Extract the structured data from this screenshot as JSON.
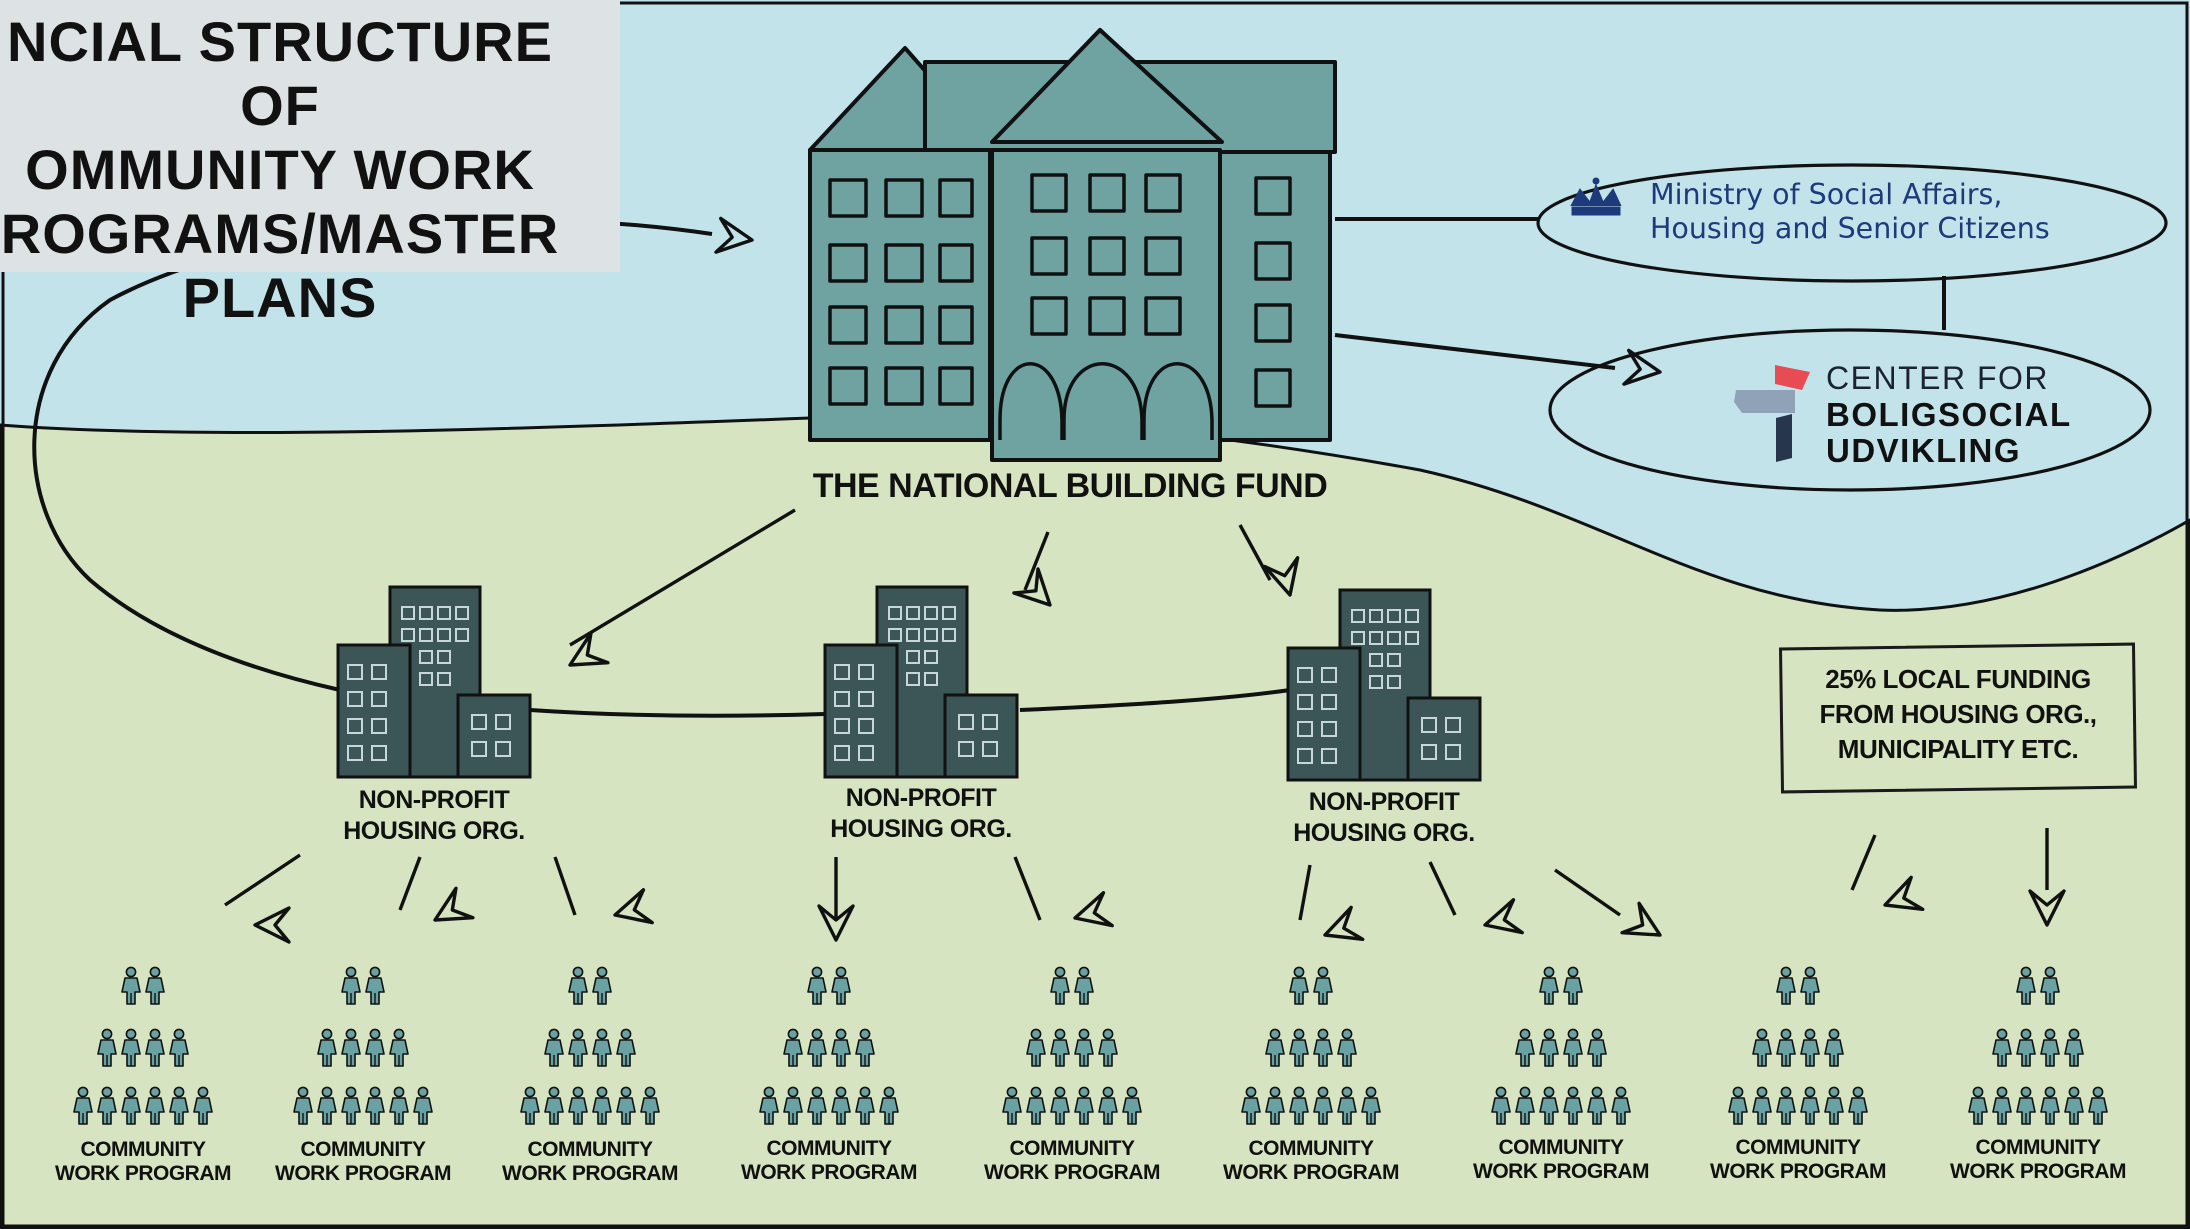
{
  "title_lines": [
    "NCIAL STRUCTURE OF",
    "OMMUNITY WORK",
    "ROGRAMS/MASTER",
    "PLANS"
  ],
  "fund_label": "THE NATIONAL BUILDING FUND",
  "ministry": {
    "line1": "Ministry of Social Affairs,",
    "line2": "Housing and Senior Citizens",
    "icon": "crown-icon"
  },
  "center": {
    "line1": "CENTER FOR",
    "line2": "BOLIGSOCIAL",
    "line3": "UDVIKLING",
    "icon": "signpost-logo-icon"
  },
  "local_funding": {
    "line1": "25% LOCAL FUNDING",
    "line2": "FROM HOUSING ORG.,",
    "line3": "MUNICIPALITY ETC."
  },
  "housing_orgs": [
    {
      "line1": "NON-PROFIT",
      "line2": "HOUSING ORG."
    },
    {
      "line1": "NON-PROFIT",
      "line2": "HOUSING ORG."
    },
    {
      "line1": "NON-PROFIT",
      "line2": "HOUSING ORG."
    }
  ],
  "programs": [
    {
      "line1": "COMMUNITY",
      "line2": "WORK PROGRAM"
    },
    {
      "line1": "COMMUNITY",
      "line2": "WORK PROGRAM"
    },
    {
      "line1": "COMMUNITY",
      "line2": "WORK PROGRAM"
    },
    {
      "line1": "COMMUNITY",
      "line2": "WORK PROGRAM"
    },
    {
      "line1": "COMMUNITY",
      "line2": "WORK PROGRAM"
    },
    {
      "line1": "COMMUNITY",
      "line2": "WORK PROGRAM"
    },
    {
      "line1": "COMMUNITY",
      "line2": "WORK PROGRAM"
    },
    {
      "line1": "COMMUNITY",
      "line2": "WORK PROGRAM"
    },
    {
      "line1": "COMMUNITY",
      "line2": "WORK PROGRAM"
    }
  ],
  "colors": {
    "sky": "#c3e3eb",
    "ground": "#d6e4c1",
    "fund_building": "#6fa3a2",
    "org_building": "#3c5557",
    "person": "#6aa2a3",
    "ministry_text": "#1d3a7a",
    "logo_red": "#e74b53",
    "logo_gray": "#8fa2b8",
    "logo_navy": "#27364d"
  }
}
